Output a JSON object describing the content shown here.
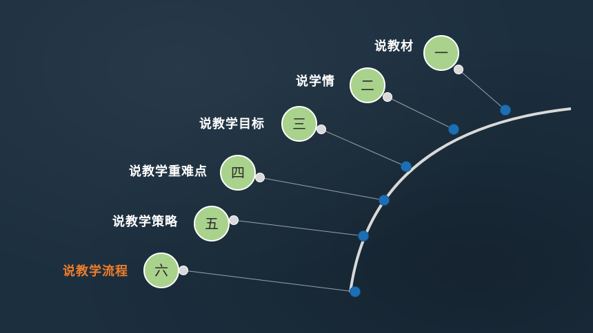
{
  "colors": {
    "background": "#1c2f3f",
    "circle_fill": "#a9d28c",
    "circle_stroke": "#ffffff",
    "numeral_text": "#2b2b2b",
    "label_text": "#ffffff",
    "highlight_label": "#f07d2a",
    "arc": "#d9d9d9",
    "connector_line": "#9aa5ad",
    "connector_dot": "#d9d9d9",
    "arc_dot": "#1d6fb5"
  },
  "items": [
    {
      "label": "说教材",
      "numeral": "一",
      "highlighted": false
    },
    {
      "label": "说学情",
      "numeral": "二",
      "highlighted": false
    },
    {
      "label": "说教学目标",
      "numeral": "三",
      "highlighted": false
    },
    {
      "label": "说教学重难点",
      "numeral": "四",
      "highlighted": false
    },
    {
      "label": "说教学策略",
      "numeral": "五",
      "highlighted": false
    },
    {
      "label": "说教学流程",
      "numeral": "六",
      "highlighted": true
    }
  ]
}
